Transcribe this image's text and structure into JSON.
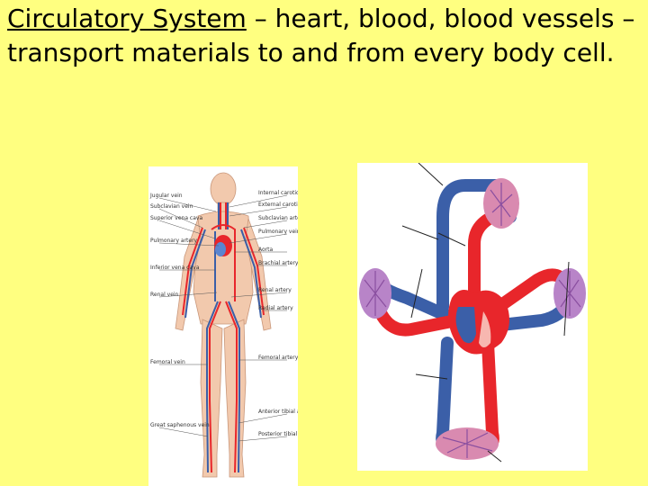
{
  "slide": {
    "term": "Circulatory System",
    "definition": " – heart, blood, blood vessels – transport materials to and from every body cell."
  },
  "figure_left": {
    "left_labels": [
      "Jugular vein",
      "Subclavian vein",
      "Superior vena cava",
      "Pulmonary artery",
      "Inferior vena cava",
      "Renal vein",
      "Femoral vein",
      "Great saphenous vein"
    ],
    "right_labels": [
      "Internal carotid",
      "External carotid",
      "Subclavian artery",
      "Pulmonary vein",
      "Aorta",
      "Brachial artery",
      "Renal artery",
      "Radial artery",
      "Femoral artery",
      "Anterior tibial artery",
      "Posterior tibial artery"
    ]
  },
  "colors": {
    "background": "#ffff80",
    "artery": "#e8262b",
    "vein": "#3b5fa8",
    "capillary_purple": "#8a4fa0",
    "skin": "#f2c9ad"
  }
}
